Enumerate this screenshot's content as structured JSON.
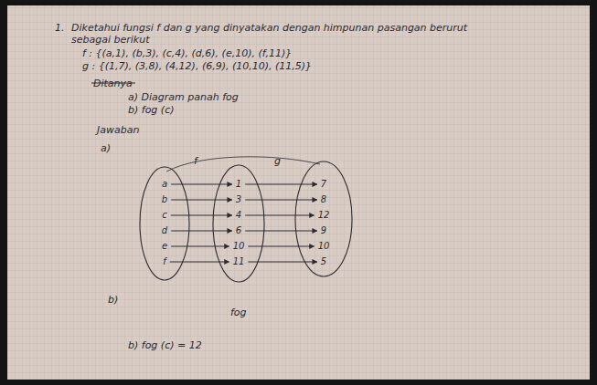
{
  "diagram": {
    "nodes": [
      {},
      {
        "text": [
          "a"
        ],
        "in": 0
      },
      {
        "text": [
          "b"
        ],
        "in": 0
      },
      {
        "text": [
          "c"
        ],
        "in": 0
      },
      {
        "text": [
          "d"
        ],
        "in": 0
      },
      {
        "text": [
          "e"
        ],
        "in": 0
      },
      {
        "text": [
          "f"
        ],
        "in": 0
      },
      {},
      {
        "text": [
          "1"
        ],
        "in": 7
      },
      {
        "text": [
          "3"
        ],
        "in": 7
      },
      {
        "text": [
          "4"
        ],
        "in": 7
      },
      {
        "text": [
          "6"
        ],
        "in": 7
      },
      {
        "text": [
          "10"
        ],
        "in": 7
      },
      {
        "text": [
          "11"
        ],
        "in": 7
      },
      {},
      {
        "text": [
          "7"
        ],
        "in": 14
      },
      {
        "text": [
          "8"
        ],
        "in": 14
      },
      {
        "text": [
          "12"
        ],
        "in": 14
      },
      {
        "text": [
          "9"
        ],
        "in": 14
      },
      {
        "text": [
          "10"
        ],
        "in": 14
      },
      {
        "text": [
          "5"
        ],
        "in": 14
      }
    ],
    "edges": [
      {
        "from": 1,
        "to": 8,
        "arrow": "to"
      },
      {
        "from": 2,
        "to": 9,
        "arrow": "to"
      },
      {
        "from": 3,
        "to": 10,
        "arrow": "to"
      },
      {
        "from": 4,
        "to": 11,
        "arrow": "to"
      },
      {
        "from": 5,
        "to": 12,
        "arrow": "to"
      },
      {
        "from": 6,
        "to": 13,
        "arrow": "to"
      },
      {
        "from": 8,
        "to": 15,
        "arrow": "to"
      },
      {
        "from": 9,
        "to": 16,
        "arrow": "to"
      },
      {
        "from": 10,
        "to": 17,
        "arrow": "to"
      },
      {
        "from": 11,
        "to": 18,
        "arrow": "to"
      },
      {
        "from": 12,
        "to": 19,
        "arrow": "to"
      },
      {
        "from": 13,
        "to": 20,
        "arrow": "to"
      }
    ],
    "labels": [
      "1.",
      "Diketahui fungsi f dan g yang dinyatakan dengan himpunan pasangan berurut sebagai berikut",
      "f : {(a,1), (b,3), (c,4), (d,6), (e,10), (f,11)}",
      "g : {(1,7), (3,8), (4,12), (6,9), (10,10), (11,5)}",
      "Ditanya",
      "a) Diagram panah fog",
      "b) fog (c)",
      "Jawaban",
      "a)",
      "f",
      "g",
      "b)",
      "fog",
      "b) fog (c) = 12"
    ]
  }
}
